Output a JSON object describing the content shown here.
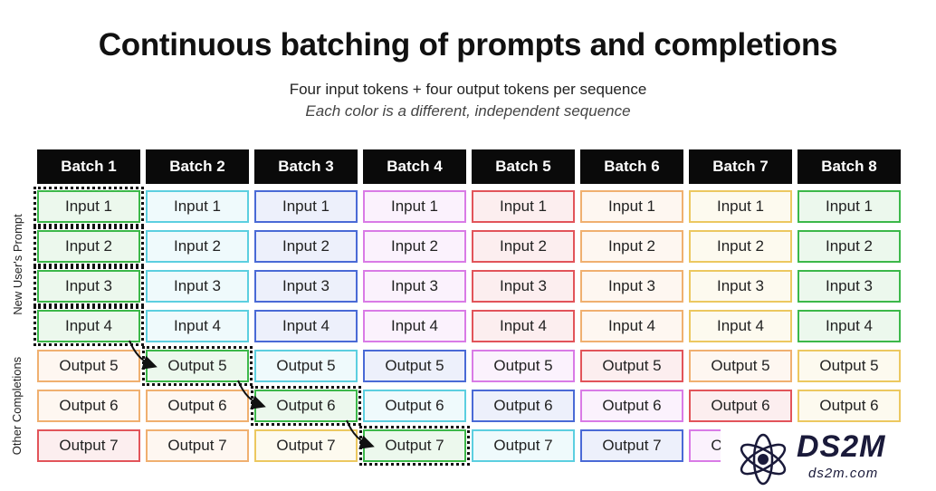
{
  "title": "Continuous batching of prompts and completions",
  "subtitle": "Four input tokens + four output tokens per sequence",
  "note": "Each color is a different, independent sequence",
  "side_labels": {
    "prompt": "New User's Prompt",
    "completions": "Other Completions"
  },
  "batches": [
    "Batch 1",
    "Batch 2",
    "Batch 3",
    "Batch 4",
    "Batch 5",
    "Batch 6",
    "Batch 7",
    "Batch 8"
  ],
  "rows": [
    "Input 1",
    "Input 2",
    "Input 3",
    "Input 4",
    "Output 5",
    "Output 6",
    "Output 7"
  ],
  "colors": {
    "green": "#3cb84a",
    "cyan": "#5ccfe0",
    "blue": "#4a6ad6",
    "violet": "#d97be6",
    "red": "#e2545a",
    "orange": "#f0b070",
    "yellow": "#ecc860"
  },
  "cell_colors": [
    [
      "green",
      "cyan",
      "blue",
      "violet",
      "red",
      "orange",
      "yellow",
      "green"
    ],
    [
      "green",
      "cyan",
      "blue",
      "violet",
      "red",
      "orange",
      "yellow",
      "green"
    ],
    [
      "green",
      "cyan",
      "blue",
      "violet",
      "red",
      "orange",
      "yellow",
      "green"
    ],
    [
      "green",
      "cyan",
      "blue",
      "violet",
      "red",
      "orange",
      "yellow",
      "green"
    ],
    [
      "orange",
      "green",
      "cyan",
      "blue",
      "violet",
      "red",
      "orange",
      "yellow"
    ],
    [
      "orange",
      "orange",
      "green",
      "cyan",
      "blue",
      "violet",
      "red",
      "yellow"
    ],
    [
      "red",
      "orange",
      "yellow",
      "green",
      "cyan",
      "blue",
      "violet",
      "red"
    ]
  ],
  "highlighted_sequence": "green",
  "watermark": {
    "brand": "DS2M",
    "site": "ds2m.com"
  }
}
